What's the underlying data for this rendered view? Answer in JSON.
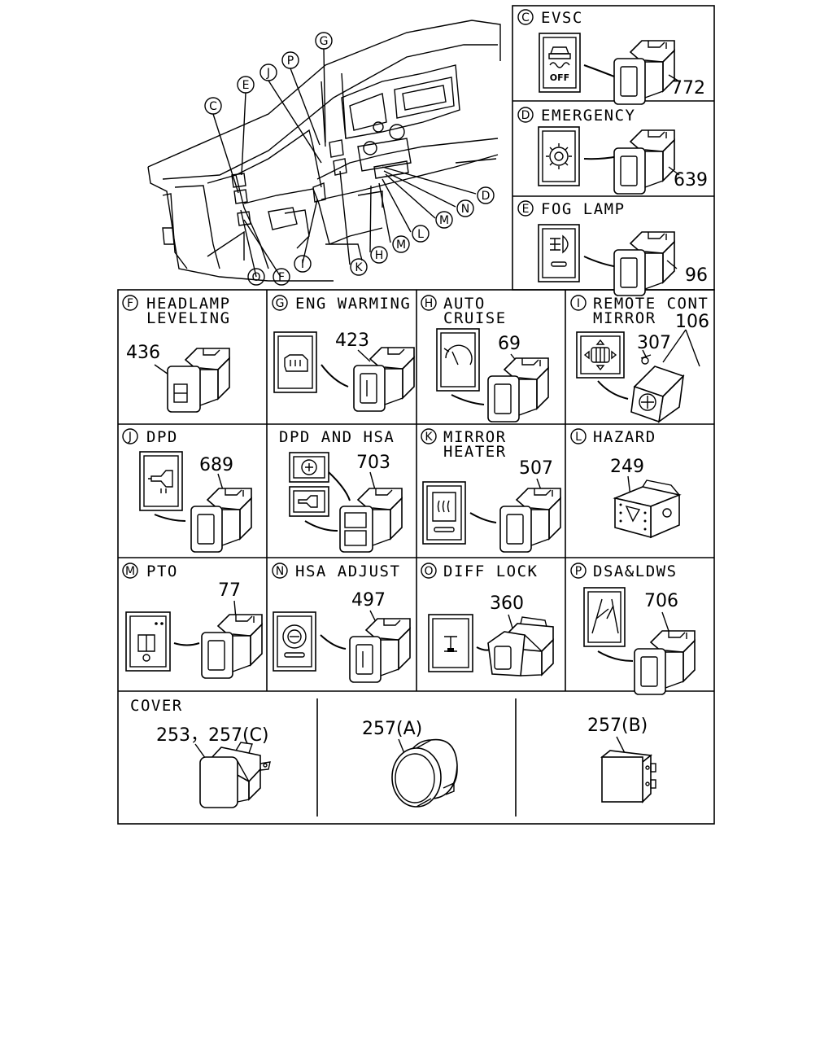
{
  "callouts": [
    "G",
    "P",
    "J",
    "E",
    "C",
    "D",
    "N",
    "M",
    "L",
    "M",
    "H",
    "K",
    "I",
    "F",
    "O"
  ],
  "panels": {
    "C": {
      "letter": "C",
      "title": "EVSC",
      "part": "772",
      "icon_text": "OFF"
    },
    "D": {
      "letter": "D",
      "title": "EMERGENCY",
      "part": "639"
    },
    "E": {
      "letter": "E",
      "title": "FOG LAMP",
      "part": "96"
    },
    "F": {
      "letter": "F",
      "title": "HEADLAMP",
      "title2": "LEVELING",
      "part": "436"
    },
    "G": {
      "letter": "G",
      "title": "ENG WARMING",
      "part": "423"
    },
    "H": {
      "letter": "H",
      "title": "AUTO",
      "title2": "CRUISE",
      "part": "69"
    },
    "I": {
      "letter": "I",
      "title": "REMOTE CONT",
      "title2": "MIRROR",
      "part": "307",
      "part2": "106"
    },
    "J": {
      "letter": "J",
      "title": "DPD",
      "part": "689"
    },
    "JH": {
      "title": "DPD AND HSA",
      "part": "703"
    },
    "K": {
      "letter": "K",
      "title": "MIRROR",
      "title2": "HEATER",
      "part": "507"
    },
    "L": {
      "letter": "L",
      "title": "HAZARD",
      "part": "249"
    },
    "M": {
      "letter": "M",
      "title": "PTO",
      "part": "77"
    },
    "N": {
      "letter": "N",
      "title": "HSA ADJUST",
      "part": "497"
    },
    "O": {
      "letter": "O",
      "title": "DIFF LOCK",
      "part": "360"
    },
    "P": {
      "letter": "P",
      "title": "DSA&LDWS",
      "part": "706"
    }
  },
  "cover": {
    "title": "COVER",
    "part_c": "253，257(C)",
    "part_a": "257(A)",
    "part_b": "257(B)"
  }
}
